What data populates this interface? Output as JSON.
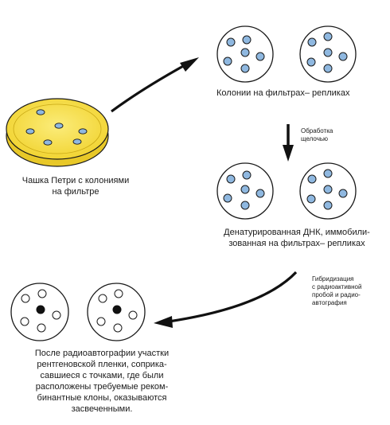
{
  "labels": {
    "petri": "Чашка Петри с колониями\nна фильтре",
    "replicas": "Колонии на фильтрах– репликах",
    "alkali": "Обработка\nщелочью",
    "denatured": "Денатурированная ДНК, иммобили-\nзованная на фильтрах– репликах",
    "hybridization": "Гибридизация\nс радиоактивной\nпробой и радио-\nавтография",
    "result": "После радиоавтографии участки\nрентгеновской пленки, соприка-\nсавшиеся с точками, где были\nрасположены требуемые реком-\nбинантные клоны, оказываются\nзасвеченными."
  },
  "colors": {
    "petri_fill": "#f4dc3c",
    "petri_rim": "#e9cf2a",
    "colony_fill": "#8fb8e0",
    "outline": "#1a1a1a",
    "exposed_spot": "#111111"
  }
}
